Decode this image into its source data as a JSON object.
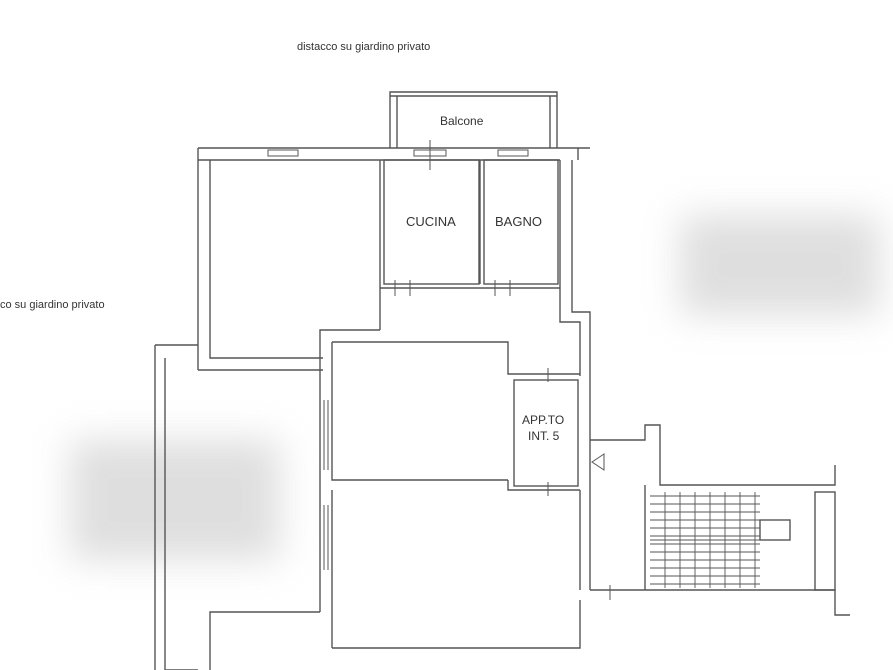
{
  "labels": {
    "top_note": "distacco su giardino privato",
    "left_note": "co su giardino privato",
    "balcone": "Balcone",
    "cucina": "CUCINA",
    "bagno": "BAGNO",
    "app_line1": "APP.TO",
    "app_line2": "INT. 5"
  },
  "colors": {
    "wall": "#555555",
    "text": "#333333",
    "blur": "#d9d9d9"
  }
}
